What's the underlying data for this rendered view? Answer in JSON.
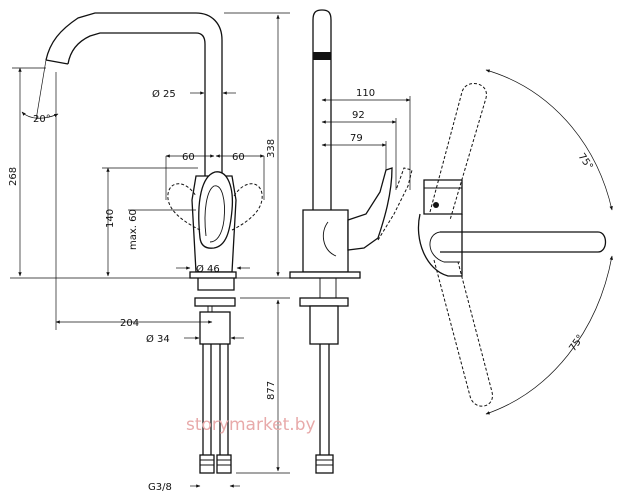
{
  "dimensions": {
    "spout_angle": "20°",
    "spout_diameter": "Ø 25",
    "handle_swing_left": "60",
    "handle_swing_right": "60",
    "spout_outlet_height": "268",
    "handle_height": "140",
    "handle_max": "max. 60",
    "total_height": "338",
    "base_diameter": "Ø 46",
    "reach": "204",
    "shank_diameter": "Ø 34",
    "connection": "G3/8",
    "hose_length": "877",
    "side_110": "110",
    "side_92": "92",
    "side_79": "79",
    "rotation_top": "75°",
    "rotation_bottom": "75°"
  },
  "watermark": "storymarket.by"
}
